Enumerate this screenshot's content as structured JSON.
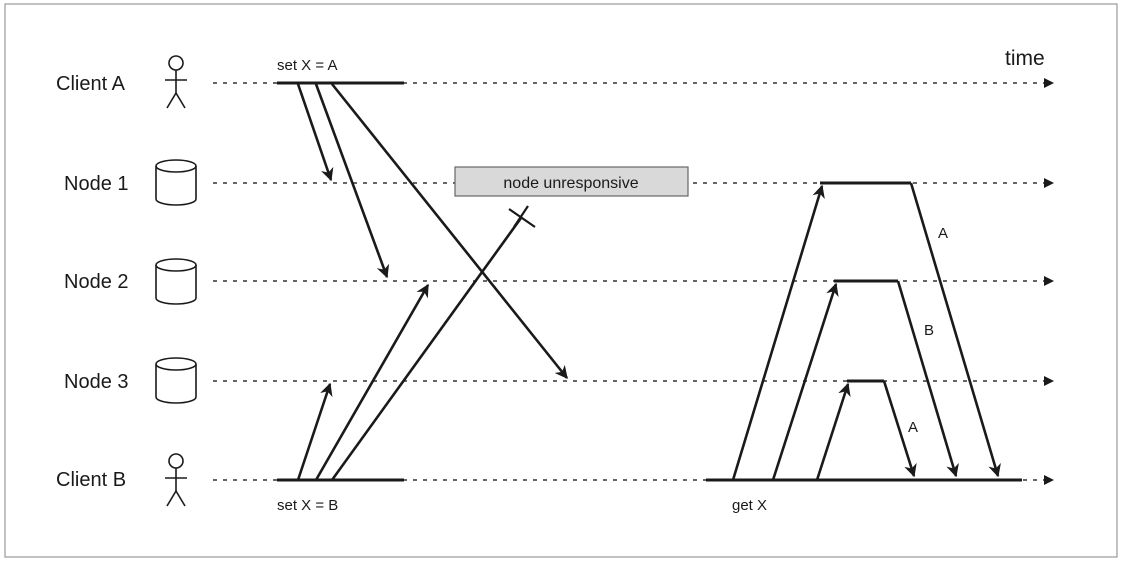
{
  "rows": [
    {
      "id": "client-a",
      "label": "Client A",
      "icon": "stick-figure-icon"
    },
    {
      "id": "node-1",
      "label": "Node 1",
      "icon": "database-cylinder-icon"
    },
    {
      "id": "node-2",
      "label": "Node 2",
      "icon": "database-cylinder-icon"
    },
    {
      "id": "node-3",
      "label": "Node 3",
      "icon": "database-cylinder-icon"
    },
    {
      "id": "client-b",
      "label": "Client B",
      "icon": "stick-figure-icon"
    }
  ],
  "time_label": "time",
  "set_a_label": "set X = A",
  "set_b_label": "set X = B",
  "get_label": "get X",
  "unresponsive_label": "node unresponsive",
  "response_labels": {
    "node1": "A",
    "node2": "B",
    "node3": "A"
  },
  "colors": {
    "ink": "#1a1a1a",
    "box_fill": "#d9d9d9",
    "box_stroke": "#666666",
    "frame": "#999999"
  }
}
